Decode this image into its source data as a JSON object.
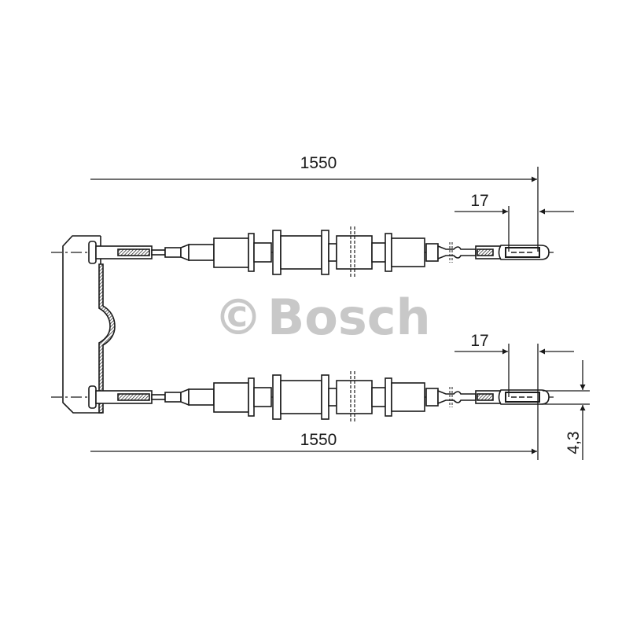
{
  "watermark": {
    "copyright_symbol": "©",
    "brand": "Bosch",
    "color": "#c8c8c8"
  },
  "dimensions": {
    "top_length": "1550",
    "bottom_length": "1550",
    "top_end_fitting": "17",
    "bottom_end_fitting": "17",
    "cable_diameter": "4,3"
  },
  "colors": {
    "line": "#1a1a1a"
  }
}
